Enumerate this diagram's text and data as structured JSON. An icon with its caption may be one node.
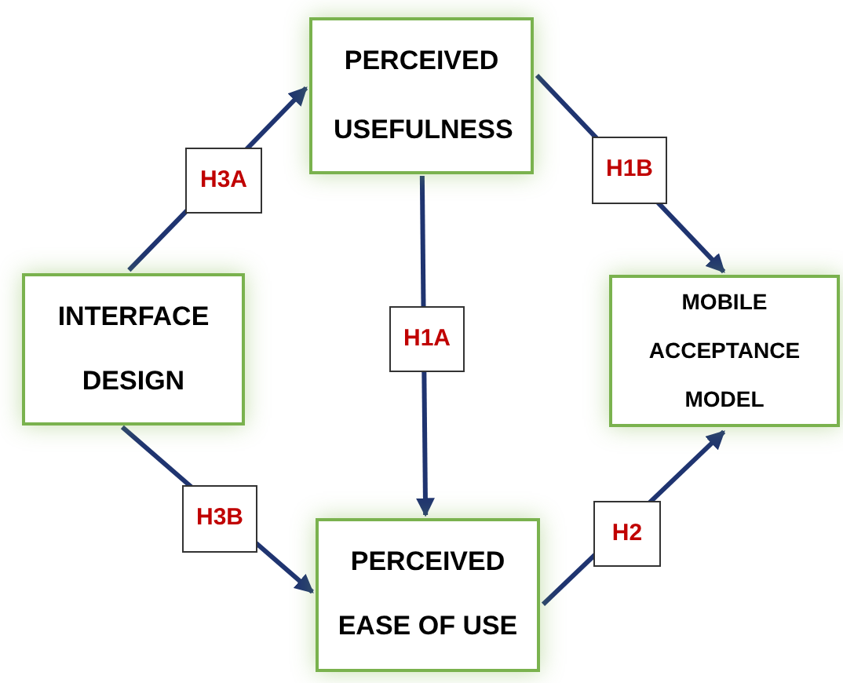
{
  "diagram": {
    "nodes": [
      {
        "text": [
          "PERCEIVED USEFULNESS"
        ]
      },
      {
        "text": [
          "INTERFACE DESIGN"
        ]
      },
      {
        "text": [
          "MOBILE ACCEPTANCE MODEL"
        ]
      },
      {
        "text": [
          "PERCEIVED EASE OF USE"
        ]
      }
    ],
    "edges": [
      {
        "from": 1,
        "to": 0,
        "arrow": "to",
        "label": "H3A"
      },
      {
        "from": 0,
        "to": 2,
        "arrow": "to",
        "label": "H1B"
      },
      {
        "from": 0,
        "to": 3,
        "arrow": "to",
        "label": "H1A"
      },
      {
        "from": 1,
        "to": 3,
        "arrow": "to",
        "label": "H3B"
      },
      {
        "from": 3,
        "to": 2,
        "arrow": "to",
        "label": "H2"
      }
    ]
  }
}
